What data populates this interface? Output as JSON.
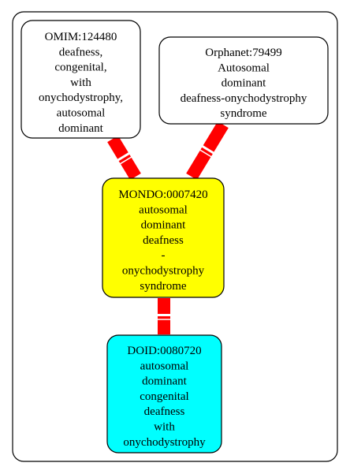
{
  "graph": {
    "nodes": [
      {
        "id": "omim",
        "fill": "#ffffff",
        "lines": [
          "OMIM:124480",
          "deafness,",
          "congenital,",
          "with",
          "onychodystrophy,",
          "autosomal",
          "dominant"
        ]
      },
      {
        "id": "orphanet",
        "fill": "#ffffff",
        "lines": [
          "Orphanet:79499",
          "Autosomal",
          "dominant",
          "deafness-onychodystrophy",
          "syndrome"
        ]
      },
      {
        "id": "mondo",
        "fill": "#ffff00",
        "lines": [
          "MONDO:0007420",
          "autosomal",
          "dominant",
          "deafness",
          "-",
          "onychodystrophy",
          "syndrome"
        ]
      },
      {
        "id": "doid",
        "fill": "#00ffff",
        "lines": [
          "DOID:0080720",
          "autosomal",
          "dominant",
          "congenital",
          "deafness",
          "with",
          "onychodystrophy"
        ]
      }
    ],
    "edges": [
      {
        "from": "omim",
        "to": "mondo",
        "color": "#ff0000"
      },
      {
        "from": "orphanet",
        "to": "mondo",
        "color": "#ff0000"
      },
      {
        "from": "mondo",
        "to": "doid",
        "color": "#ff0000"
      }
    ]
  }
}
